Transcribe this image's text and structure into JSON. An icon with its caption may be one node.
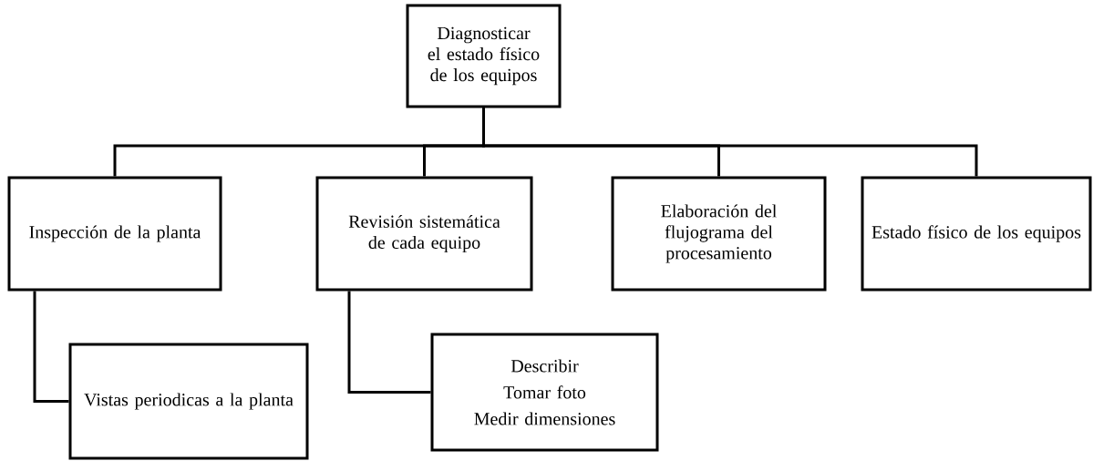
{
  "diagram": {
    "nodes": [
      {
        "text": [
          "Diagnosticar el estado físico de los equipos"
        ]
      },
      {
        "text": [
          "Inspección de la planta"
        ]
      },
      {
        "text": [
          "Revisión sistemática de cada equipo"
        ]
      },
      {
        "text": [
          "Elaboración del flujograma del procesamiento"
        ]
      },
      {
        "text": [
          "Estado físico de los equipos"
        ]
      },
      {
        "text": [
          "Vistas periodicas a la planta"
        ]
      },
      {
        "text": [
          "Describir",
          "Tomar foto",
          "Medir dimensiones"
        ]
      }
    ],
    "edges": [
      {
        "from": 0,
        "to": 1,
        "arrow": "none"
      },
      {
        "from": 0,
        "to": 2,
        "arrow": "none"
      },
      {
        "from": 0,
        "to": 3,
        "arrow": "none"
      },
      {
        "from": 0,
        "to": 4,
        "arrow": "none"
      },
      {
        "from": 1,
        "to": 5,
        "arrow": "none"
      },
      {
        "from": 2,
        "to": 6,
        "arrow": "none"
      }
    ]
  }
}
